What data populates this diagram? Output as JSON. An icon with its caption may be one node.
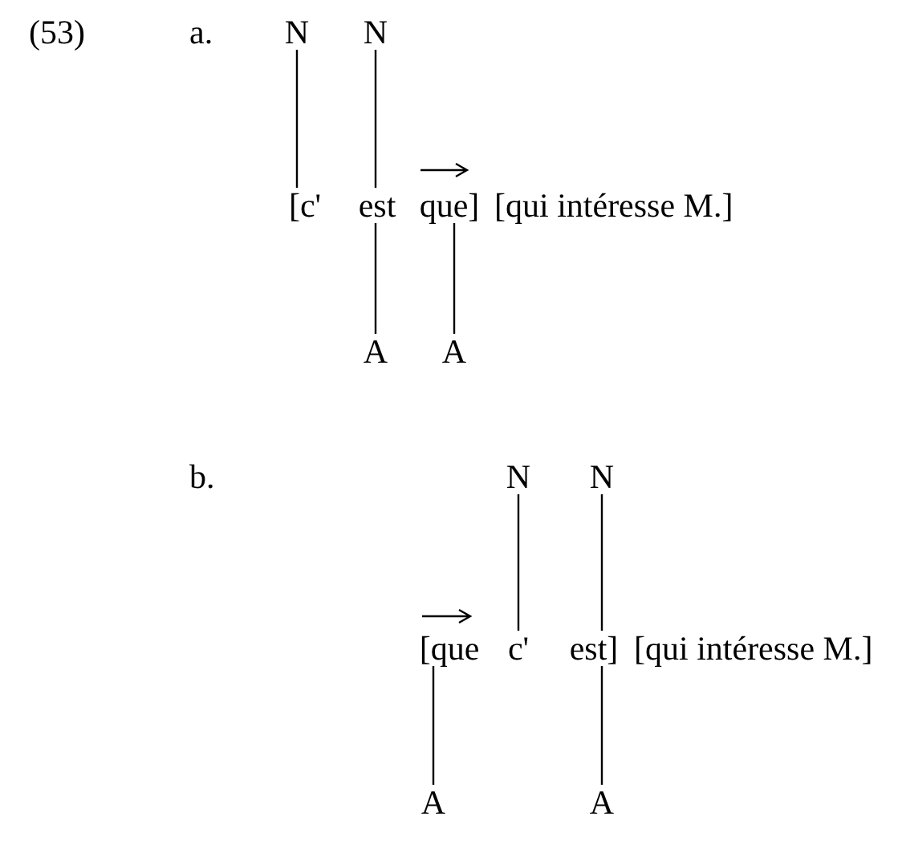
{
  "diagram": {
    "nodes": [
      {
        "text": [
          "N"
        ]
      },
      {
        "text": [
          "N"
        ]
      },
      {
        "text": [
          "[c'"
        ]
      },
      {
        "text": [
          "est"
        ]
      },
      {
        "text": [
          "que]"
        ]
      },
      {
        "text": [
          "A"
        ]
      },
      {
        "text": [
          "A"
        ]
      },
      {
        "text": [
          "N"
        ]
      },
      {
        "text": [
          "N"
        ]
      },
      {
        "text": [
          "[que"
        ]
      },
      {
        "text": [
          "c'"
        ]
      },
      {
        "text": [
          "est]"
        ]
      },
      {
        "text": [
          "A"
        ]
      },
      {
        "text": [
          "A"
        ]
      }
    ],
    "edges": [
      {
        "from": 0,
        "to": 2,
        "arrow": "none"
      },
      {
        "from": 1,
        "to": 3,
        "arrow": "none"
      },
      {
        "from": 3,
        "to": 5,
        "arrow": "none"
      },
      {
        "from": 4,
        "to": 6,
        "arrow": "none"
      },
      {
        "from": 7,
        "to": 10,
        "arrow": "none"
      },
      {
        "from": 8,
        "to": 11,
        "arrow": "none"
      },
      {
        "from": 9,
        "to": 12,
        "arrow": "none"
      },
      {
        "from": 11,
        "to": 13,
        "arrow": "none"
      }
    ],
    "labels": [
      "(53)",
      "a.",
      "[qui intéresse M.]",
      "b.",
      "[qui intéresse M.]"
    ]
  }
}
